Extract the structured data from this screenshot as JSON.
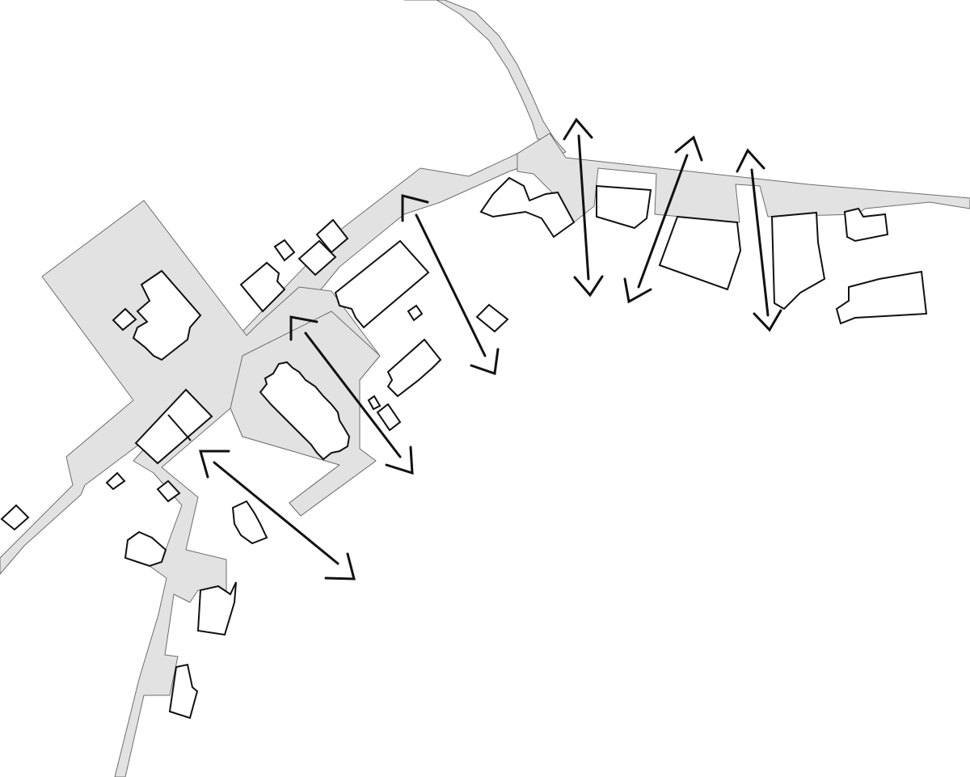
{
  "map": {
    "colors": {
      "background": "#ffffff",
      "street_fill": "#e2e2e3",
      "street_outline": "#6e6e6e",
      "building_outline": "#111111",
      "arrow": "#111111"
    },
    "layers": [
      "streets-and-squares",
      "building-footprints",
      "movement-arrows"
    ],
    "arrow_style": "double-headed"
  }
}
